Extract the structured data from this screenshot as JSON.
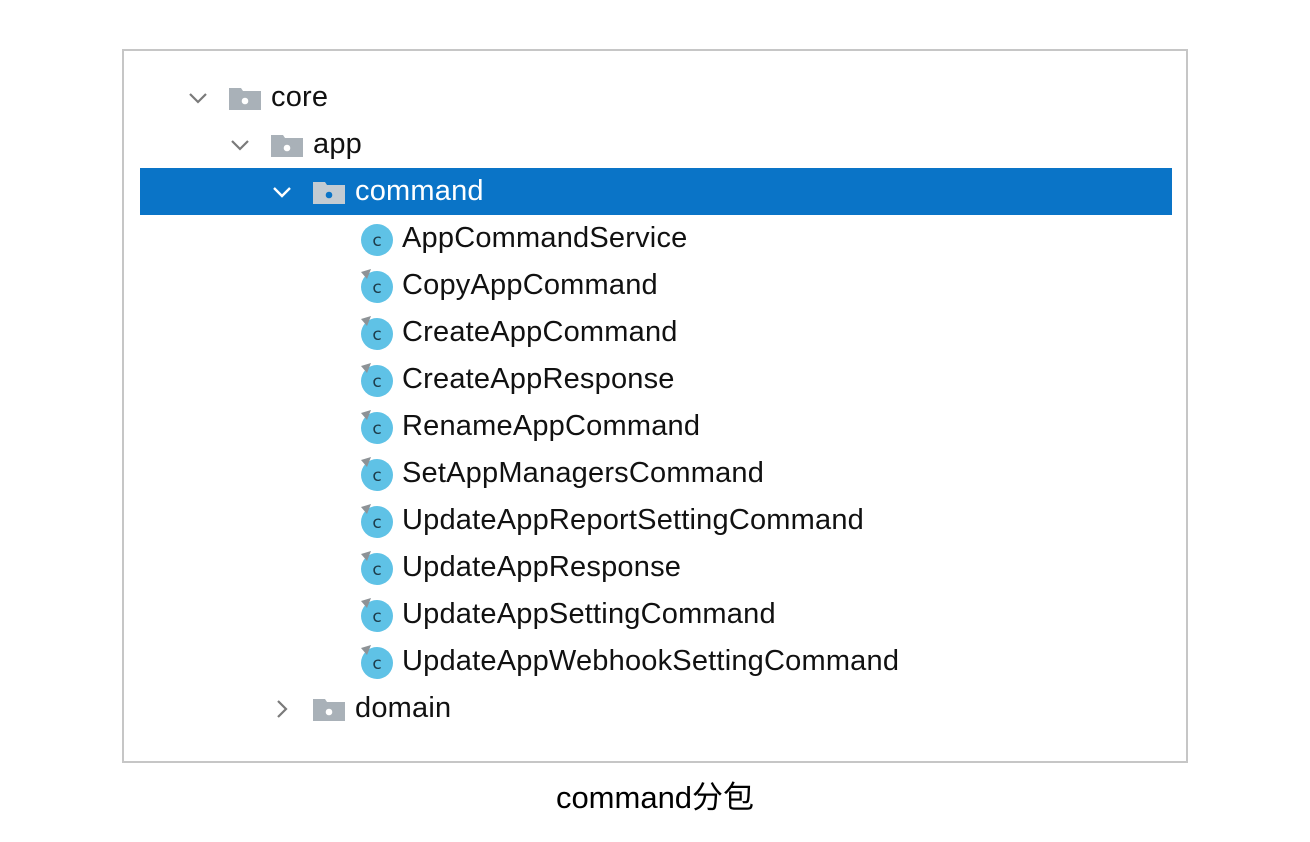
{
  "tree": {
    "nodes": [
      {
        "label": "core",
        "type": "folder",
        "expanded": true
      },
      {
        "label": "app",
        "type": "folder",
        "expanded": true
      },
      {
        "label": "command",
        "type": "folder",
        "expanded": true,
        "selected": true
      },
      {
        "label": "AppCommandService",
        "type": "class"
      },
      {
        "label": "CopyAppCommand",
        "type": "class"
      },
      {
        "label": "CreateAppCommand",
        "type": "class"
      },
      {
        "label": "CreateAppResponse",
        "type": "class"
      },
      {
        "label": "RenameAppCommand",
        "type": "class"
      },
      {
        "label": "SetAppManagersCommand",
        "type": "class"
      },
      {
        "label": "UpdateAppReportSettingCommand",
        "type": "class"
      },
      {
        "label": "UpdateAppResponse",
        "type": "class"
      },
      {
        "label": "UpdateAppSettingCommand",
        "type": "class"
      },
      {
        "label": "UpdateAppWebhookSettingCommand",
        "type": "class"
      },
      {
        "label": "domain",
        "type": "folder",
        "expanded": false
      }
    ]
  },
  "caption": "command分包",
  "colors": {
    "selection": "#0a74c7",
    "folder": "#a9b1b8",
    "class_icon": "#5fc2e6",
    "border": "#c6c6c6"
  },
  "icons": {
    "expanded": "chevron-down-icon",
    "collapsed": "chevron-right-icon",
    "folder": "folder-icon",
    "class": "class-icon"
  }
}
